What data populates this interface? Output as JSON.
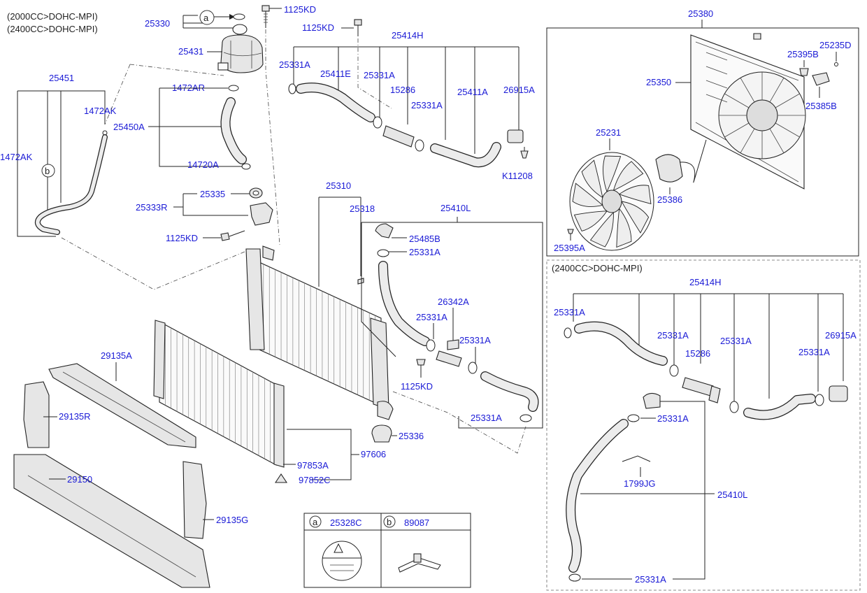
{
  "header": {
    "line1": "(2000CC>DOHC-MPI)",
    "line2": "(2400CC>DOHC-MPI)"
  },
  "inset_header": "(2400CC>DOHC-MPI)",
  "labels": {
    "p25330": "25330",
    "p1125KD_a": "1125KD",
    "p1125KD_b": "1125KD",
    "p25414H": "25414H",
    "p25431": "25431",
    "p25451": "25451",
    "p25331A_1": "25331A",
    "p25411E": "25411E",
    "p25331A_2": "25331A",
    "p15286": "15286",
    "p25411A": "25411A",
    "p26915A": "26915A",
    "p1472AR": "1472AR",
    "p1472AK_a": "1472AK",
    "p25450A": "25450A",
    "p25331A_3": "25331A",
    "p1472AK_b": "1472AK",
    "p14720A": "14720A",
    "pK11208": "K11208",
    "p25310": "25310",
    "p25335": "25335",
    "p25333R": "25333R",
    "p25318": "25318",
    "p25410L": "25410L",
    "p1125KD_c": "1125KD",
    "p25485B": "25485B",
    "p25331A_4": "25331A",
    "p26342A": "26342A",
    "p25331A_5": "25331A",
    "p25331A_6": "25331A",
    "p29135A": "29135A",
    "p1125KD_d": "1125KD",
    "p29135R": "29135R",
    "p25331A_7": "25331A",
    "p25336": "25336",
    "p97606": "97606",
    "p97853A": "97853A",
    "p29150": "29150",
    "p97852C": "97852C",
    "p29135G": "29135G",
    "p25380": "25380",
    "p25235D": "25235D",
    "p25395B": "25395B",
    "p25350": "25350",
    "p25385B": "25385B",
    "p25231": "25231",
    "p25386": "25386",
    "p25395A": "25395A",
    "i25414H": "25414H",
    "i25331A_1": "25331A",
    "i26915A": "26915A",
    "i25331A_2": "25331A",
    "i15286": "15286",
    "i25331A_3": "25331A",
    "i25331A_4": "25331A",
    "i25331A_5": "25331A",
    "i1799JG": "1799JG",
    "i25410L": "25410L",
    "i25331A_6": "25331A"
  },
  "callouts": {
    "a": "a",
    "b": "b"
  },
  "legend": {
    "a_letter": "a",
    "a_part": "25328C",
    "b_letter": "b",
    "b_part": "89087"
  }
}
